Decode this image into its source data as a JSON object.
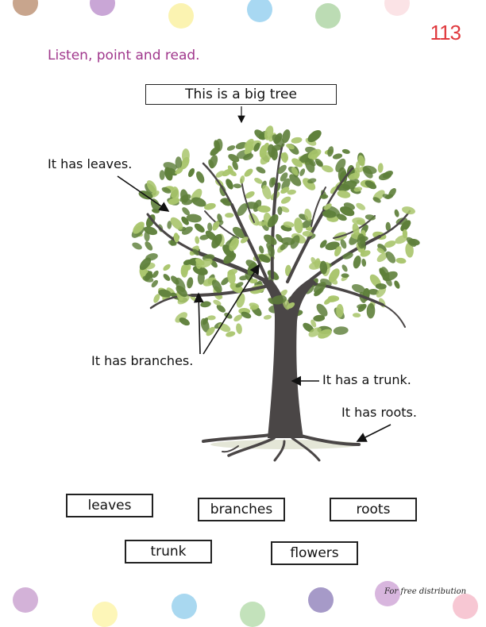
{
  "page_number": "113",
  "instruction": "Listen, point and read.",
  "title_box": "This is a big tree",
  "labels": {
    "leaves": "It has leaves.",
    "branches": "It has branches.",
    "trunk": "It has a trunk.",
    "roots": "It has roots."
  },
  "word_boxes": [
    "leaves",
    "branches",
    "roots",
    "trunk",
    "flowers"
  ],
  "footer": "For free distribution",
  "colors": {
    "instruction": "#a0378c",
    "page_number": "#e0393e",
    "trunk": "#4a4646",
    "leaf_dark": "#5e7f3a",
    "leaf_light": "#a9c56c"
  }
}
